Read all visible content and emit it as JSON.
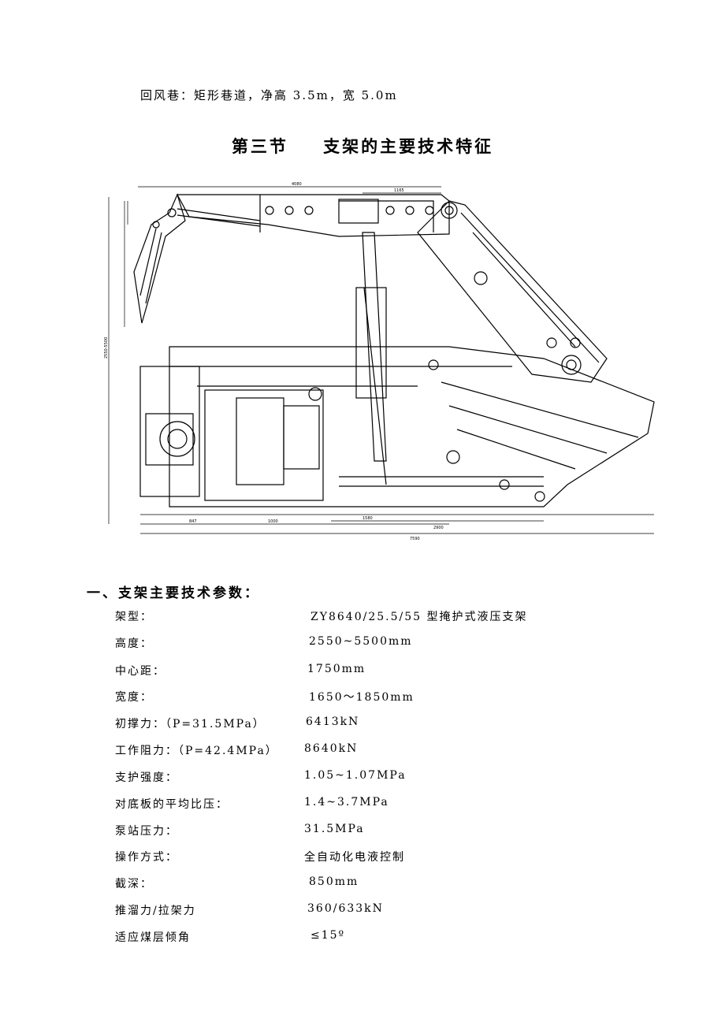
{
  "top_line": "回风巷：矩形巷道，净高 3.5m，宽 5.0m",
  "section_title": "第三节　 支架的主要技术特征",
  "drawing": {
    "label_top_a": "4080",
    "label_top_b": "1165",
    "label_bottom_total": "7590",
    "label_left_height": "2550-5500",
    "label_bottom_a": "847",
    "label_bottom_b": "1000",
    "label_bottom_c": "1580",
    "label_bottom_d": "2900"
  },
  "params_heading": "一、支架主要技术参数：",
  "params": [
    {
      "label": "架型：",
      "value": "ZY8640/25.5/55 型掩护式液压支架"
    },
    {
      "label": "高度：",
      "value": "2550~5500mm"
    },
    {
      "label": "中心距：",
      "value": "1750mm"
    },
    {
      "label": "宽度：",
      "value": "1650～1850mm"
    },
    {
      "label": "初撑力：（P=31.5MPa）",
      "value": "6413kN"
    },
    {
      "label": "工作阻力：（P=42.4MPa）",
      "value": "8640kN"
    },
    {
      "label": "支护强度：",
      "value": "1.05~1.07MPa"
    },
    {
      "label": "对底板的平均比压：",
      "value": "1.4~3.7MPa"
    },
    {
      "label": "泵站压力：",
      "value": "31.5MPa"
    },
    {
      "label": "操作方式：",
      "value": "全自动化电液控制"
    },
    {
      "label": "截深：",
      "value": "850mm"
    },
    {
      "label": "推溜力/拉架力",
      "value": "360/633kN"
    },
    {
      "label": "适应煤层倾角",
      "value": "≤15º"
    }
  ]
}
